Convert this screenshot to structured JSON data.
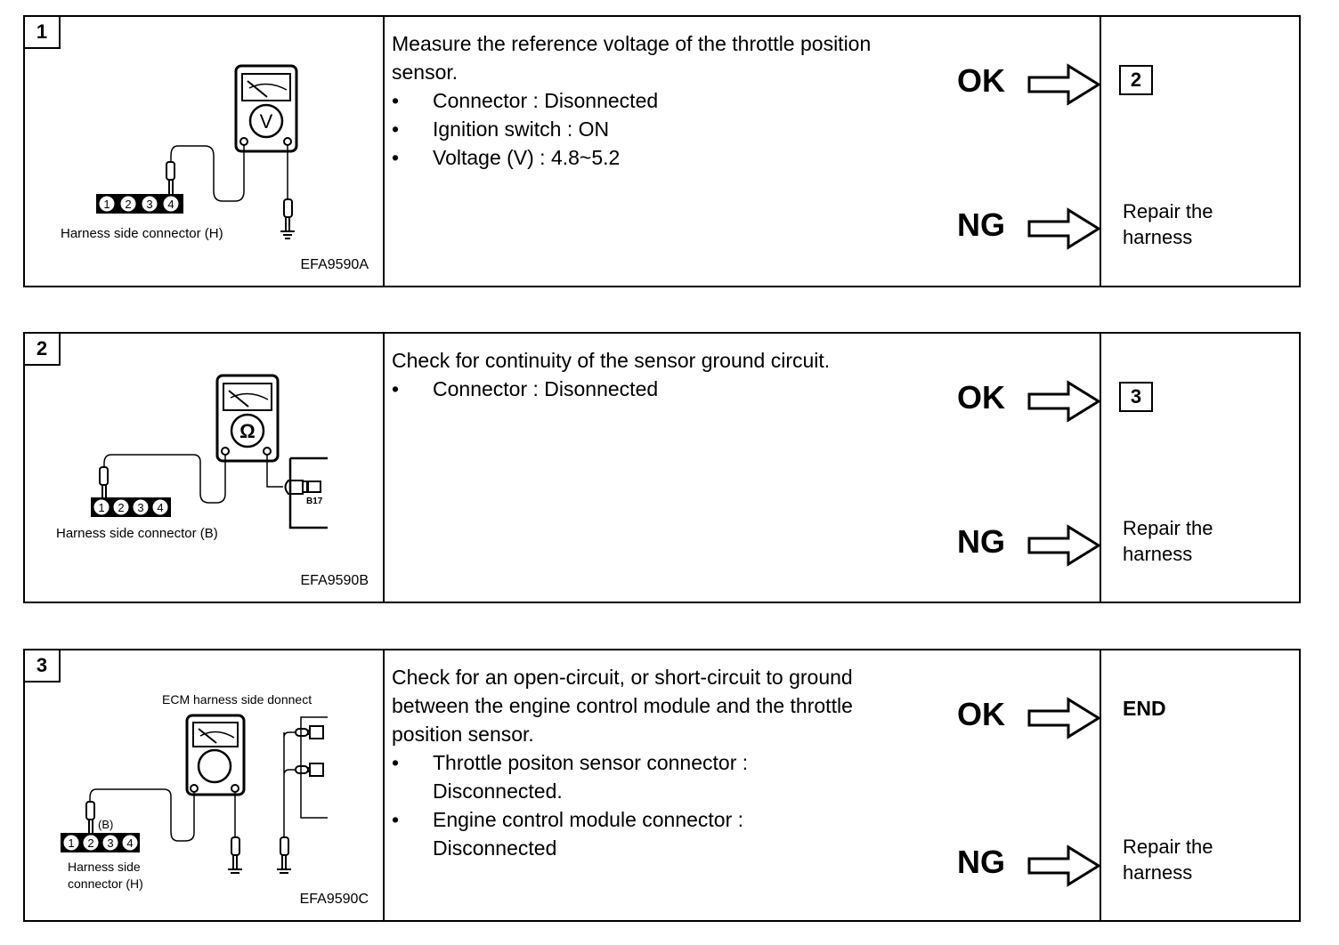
{
  "document": {
    "title": "Throttle position sensor troubleshooting procedure"
  },
  "verdict_labels": {
    "ok": "OK",
    "ng": "NG"
  },
  "steps": [
    {
      "number": "1",
      "diagram": {
        "meter_symbol": "V",
        "connector_pins": [
          "1",
          "2",
          "3",
          "4"
        ],
        "connector_label": "Harness side connector (H)",
        "figure_code": "EFA9590A"
      },
      "instruction": "Measure the reference voltage of the throttle position sensor.",
      "conditions": [
        "Connector : Disonnected",
        "Ignition switch : ON",
        "Voltage (V) : 4.8~5.2"
      ],
      "ok_result": {
        "type": "goto",
        "value": "2"
      },
      "ng_result": "Repair the harness"
    },
    {
      "number": "2",
      "diagram": {
        "meter_symbol": "Ω",
        "connector_pins": [
          "1",
          "2",
          "3",
          "4"
        ],
        "connector_label": "Harness side connector (B)",
        "terminal_label": "B17",
        "figure_code": "EFA9590B"
      },
      "instruction": "Check for continuity of the sensor ground circuit.",
      "conditions": [
        "Connector : Disonnected"
      ],
      "ok_result": {
        "type": "goto",
        "value": "3"
      },
      "ng_result": "Repair the harness"
    },
    {
      "number": "3",
      "diagram": {
        "ecm_label": "ECM harness side donnect",
        "pin_marker": "(B)",
        "connector_pins": [
          "1",
          "2",
          "3",
          "4"
        ],
        "connector_label_line1": "Harness side",
        "connector_label_line2": "connector (H)",
        "figure_code": "EFA9590C"
      },
      "instruction": "Check for an open-circuit, or short-circuit to ground between the engine control module and the throttle position sensor.",
      "conditions": [
        "Throttle positon sensor connector : Disconnected.",
        "Engine control module connector : Disconnected"
      ],
      "ok_result": {
        "type": "text",
        "value": "END"
      },
      "ng_result": "Repair the harness"
    }
  ]
}
